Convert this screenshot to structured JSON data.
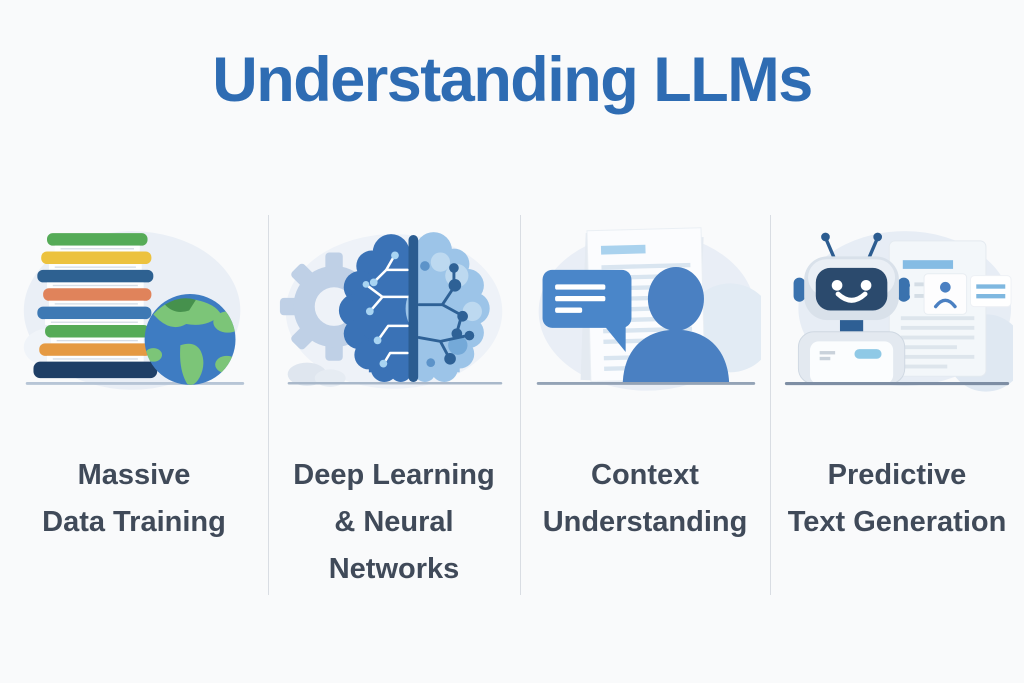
{
  "header": {
    "title": "Understanding LLMs"
  },
  "cards": [
    {
      "icon": "books-globe-icon",
      "label": "Massive\nData Training"
    },
    {
      "icon": "gear-brain-icon",
      "label": "Deep Learning\n& Neural\nNetworks"
    },
    {
      "icon": "chat-person-icon",
      "label": "Context\nUnderstanding"
    },
    {
      "icon": "robot-documents-icon",
      "label": "Predictive\nText Generation"
    }
  ],
  "colors": {
    "background": "#f9fafb",
    "title": "#2e6cb3",
    "label_text": "#404a59",
    "divider": "#d9dde3",
    "accent_blue": "#4a86c9",
    "dark_blue": "#2b5c90",
    "light_blue": "#9cc4e8",
    "book_green": "#55ab57",
    "book_yellow": "#ecc23e",
    "book_orange": "#e0835b",
    "globe_green": "#7cc578"
  }
}
